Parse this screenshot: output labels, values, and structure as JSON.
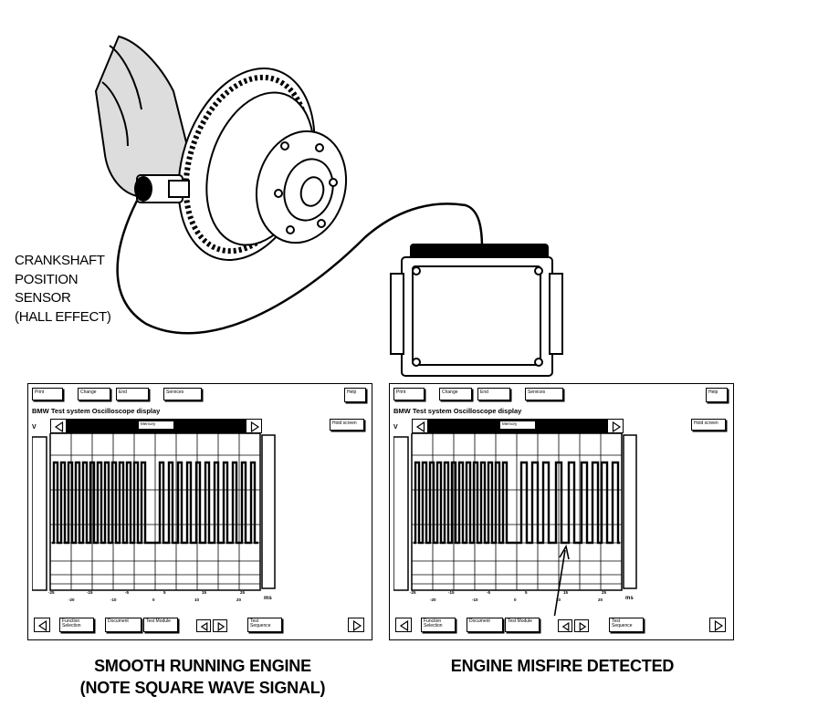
{
  "sensor_label": [
    "CRANKSHAFT",
    "POSITION",
    "SENSOR",
    "(HALL EFFECT)"
  ],
  "captions": {
    "left": [
      "SMOOTH RUNNING ENGINE",
      "(NOTE SQUARE WAVE SIGNAL)"
    ],
    "right": [
      "ENGINE MISFIRE DETECTED"
    ]
  },
  "scope": {
    "top_buttons": [
      "Print",
      "Change",
      "End",
      "Services"
    ],
    "help": "Help",
    "title": "BMW  Test system  Oscilloscope display",
    "memory": "Memory",
    "side_button": "Hold screen",
    "y_unit": "V",
    "x_unit": "ms",
    "ticks_top": [
      "-25",
      "-15",
      "-5",
      "5",
      "15",
      "25"
    ],
    "ticks_bottom": [
      "-20",
      "-10",
      "0",
      "10",
      "20"
    ],
    "bottom_buttons": [
      "Function Selection",
      "Document",
      "Test Module",
      "Test Sequence"
    ]
  }
}
